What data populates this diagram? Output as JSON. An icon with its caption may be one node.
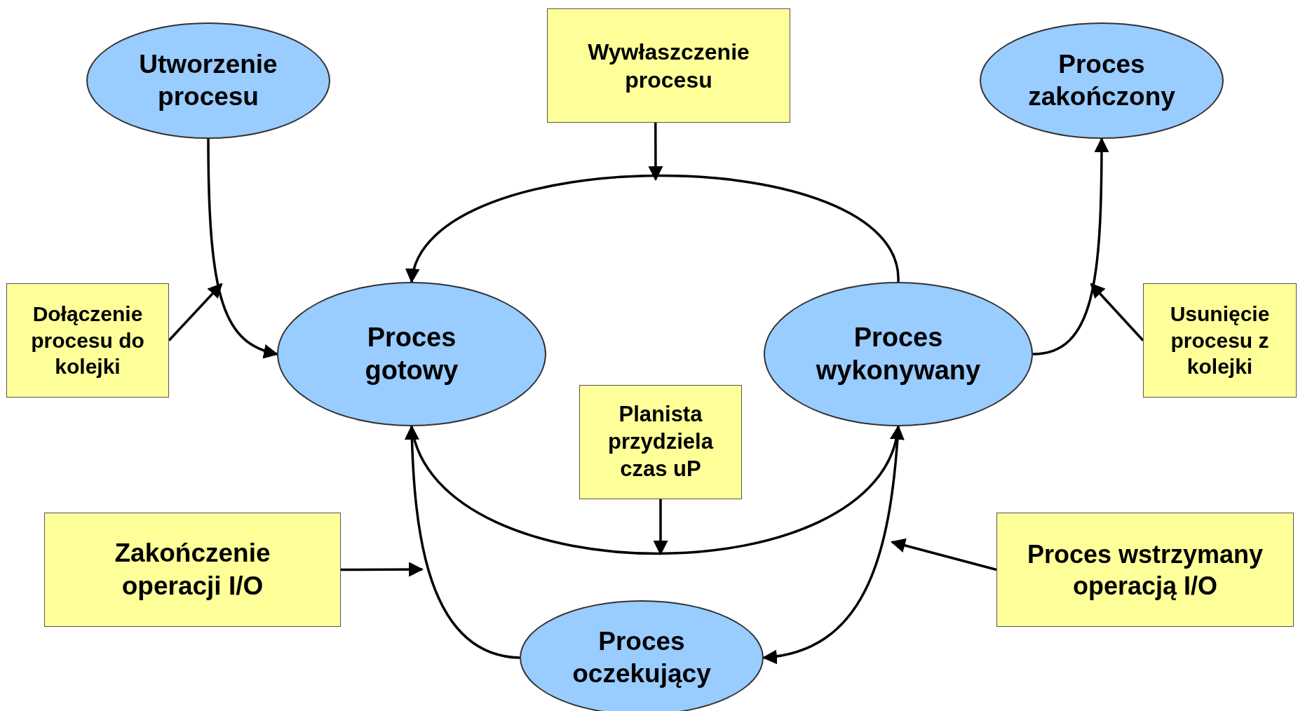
{
  "diagram": {
    "nodes": [
      {
        "text": [
          "Utworzenie procesu"
        ]
      },
      {
        "text": [
          "Proces zakończony"
        ]
      },
      {
        "text": [
          "Wywłaszczenie procesu"
        ]
      },
      {
        "text": [
          "Dołączenie procesu do kolejki"
        ]
      },
      {
        "text": [
          "Proces gotowy"
        ]
      },
      {
        "text": [
          "Proces wykonywany"
        ]
      },
      {
        "text": [
          "Usunięcie procesu z kolejki"
        ]
      },
      {
        "text": [
          "Planista przydziela czas uP"
        ]
      },
      {
        "text": [
          "Zakończenie operacji I/O"
        ]
      },
      {
        "text": [
          "Proces wstrzymany operacją I/O"
        ]
      },
      {
        "text": [
          "Proces oczekujący"
        ]
      }
    ],
    "edges": [
      {
        "from": 0,
        "to": 4,
        "arrow": "to"
      },
      {
        "from": 5,
        "to": 4,
        "arrow": "to"
      },
      {
        "from": 5,
        "to": 1,
        "arrow": "to"
      },
      {
        "from": 4,
        "to": 5,
        "arrow": "to"
      },
      {
        "from": 10,
        "to": 4,
        "arrow": "to"
      },
      {
        "from": 5,
        "to": 10,
        "arrow": "to"
      },
      {
        "from": 2,
        "to": null,
        "arrow": "to"
      },
      {
        "from": 3,
        "to": null,
        "arrow": "to"
      },
      {
        "from": 6,
        "to": null,
        "arrow": "to"
      },
      {
        "from": 7,
        "to": null,
        "arrow": "to"
      },
      {
        "from": 8,
        "to": null,
        "arrow": "to"
      },
      {
        "from": 9,
        "to": null,
        "arrow": "to"
      }
    ]
  }
}
